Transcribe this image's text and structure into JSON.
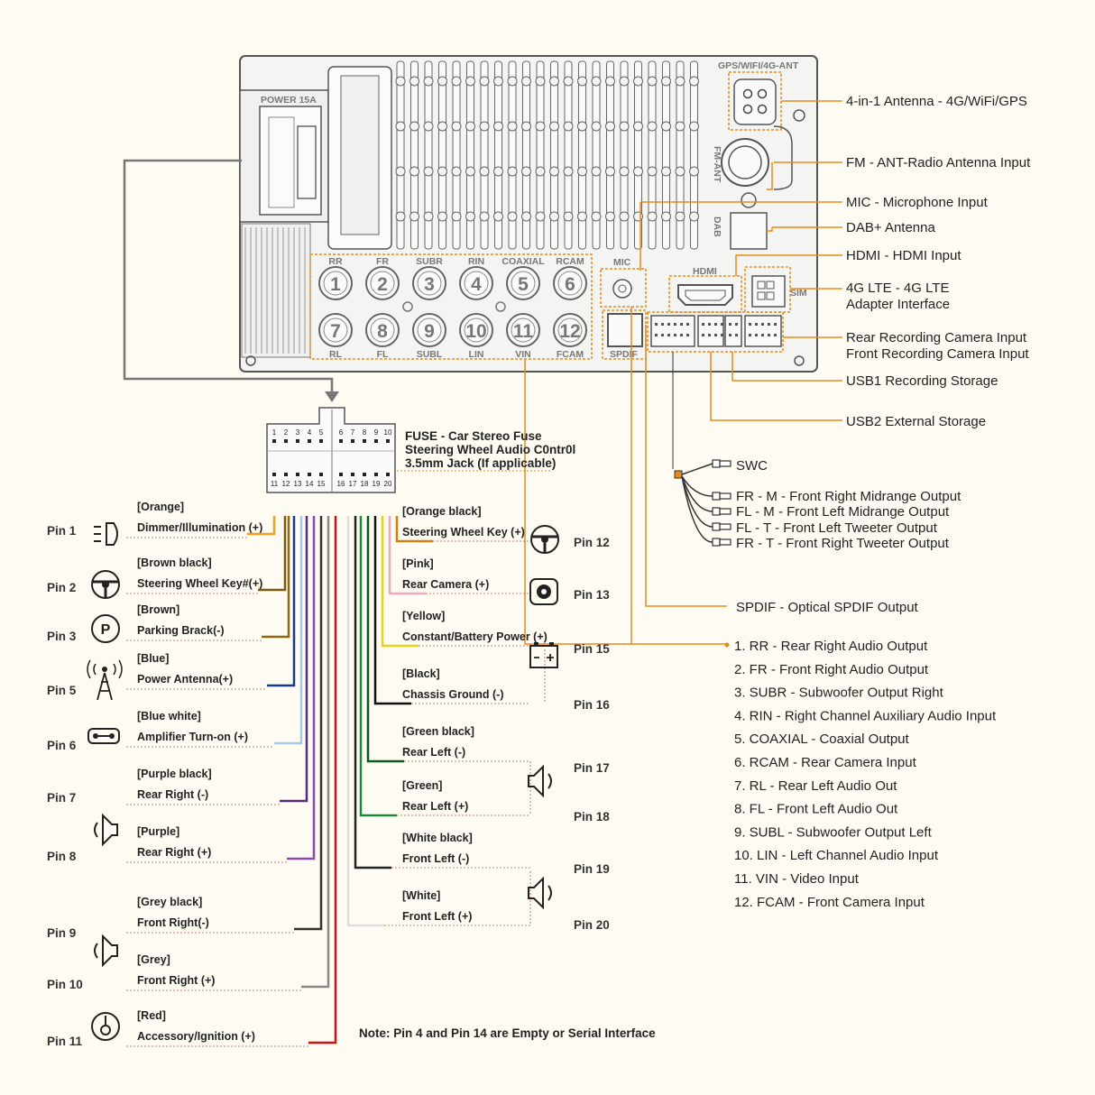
{
  "unit": {
    "top_labels": [
      "GPS/WIFI/4G-ANT",
      "POWER 15A",
      "FM-ANT",
      "DAB",
      "MIC",
      "HDMI",
      "SIM",
      "SPDIF"
    ],
    "port_tops": [
      "RR",
      "FR",
      "SUBR",
      "RIN",
      "COAXIAL",
      "RCAM"
    ],
    "port_bottoms": [
      "RL",
      "FL",
      "SUBL",
      "LIN",
      "VIN",
      "FCAM"
    ],
    "port_numbers": [
      "1",
      "2",
      "3",
      "4",
      "5",
      "6",
      "7",
      "8",
      "9",
      "10",
      "11",
      "12"
    ]
  },
  "callouts": [
    "4-in-1 Antenna - 4G/WiFi/GPS",
    "FM - ANT-Radio Antenna Input",
    "MIC - Microphone Input",
    "DAB+ Antenna",
    "HDMI - HDMI Input",
    "4G LTE - 4G LTE",
    "Adapter Interface",
    "Rear Recording Camera Input",
    "Front Recording Camera Input",
    "USB1 Recording Storage",
    "USB2 External Storage"
  ],
  "connector": {
    "top_pins": [
      "1",
      "2",
      "3",
      "4",
      "5",
      "6",
      "7",
      "8",
      "9",
      "10"
    ],
    "bottom_pins": [
      "11",
      "12",
      "13",
      "14",
      "15",
      "16",
      "17",
      "18",
      "19",
      "20"
    ],
    "notes": [
      "FUSE - Car Stereo Fuse",
      "Steering Wheel Audio C0ntr0l",
      "3.5mm Jack (If applicable)"
    ]
  },
  "swc": {
    "label": "SWC",
    "outputs": [
      "FR - M - Front Right Midrange Output",
      "FL - M - Front Left Midrange Output",
      "FL - T - Front Left Tweeter Output",
      "FR - T - Front Right Tweeter Output"
    ]
  },
  "spdif_label": "SPDIF - Optical SPDIF Output",
  "audio_ports": [
    "1. RR - Rear Right Audio Output",
    "2. FR - Front Right Audio Output",
    "3. SUBR - Subwoofer Output Right",
    "4. RIN - Right Channel Auxiliary Audio Input",
    "5. COAXIAL - Coaxial Output",
    "6. RCAM - Rear Camera Input",
    "7. RL - Rear Left Audio Out",
    "8. FL - Front Left Audio Out",
    "9. SUBL - Subwoofer Output Left",
    "10. LIN - Left Channel Audio Input",
    "11. VIN - Video Input",
    "12. FCAM - Front Camera Input"
  ],
  "left_wires": [
    {
      "pin": "Pin 1",
      "color": "[Orange]",
      "func": "Dimmer/Illumination (+)",
      "hex": "#f0a020",
      "icon": "illumination-icon"
    },
    {
      "pin": "Pin 2",
      "color": "[Brown black]",
      "func": "Steering Wheel Key#(+)",
      "hex": "#7a5a10",
      "icon": "steering-wheel-icon"
    },
    {
      "pin": "Pin 3",
      "color": "[Brown]",
      "func": "Parking Brack(-)",
      "hex": "#8b6914",
      "icon": "parking-brake-icon"
    },
    {
      "pin": "Pin 5",
      "color": "[Blue]",
      "func": "Power Antenna(+)",
      "hex": "#1a3a8a",
      "icon": "antenna-tower-icon"
    },
    {
      "pin": "Pin 6",
      "color": "[Blue white]",
      "func": "Amplifier Turn-on (+)",
      "hex": "#a8c8e8",
      "icon": "amplifier-icon"
    },
    {
      "pin": "Pin 7",
      "color": "[Purple black]",
      "func": "Rear Right (-)",
      "hex": "#5a2a7a",
      "icon": ""
    },
    {
      "pin": "Pin 8",
      "color": "[Purple]",
      "func": "Rear Right (+)",
      "hex": "#8a4ab0",
      "icon": "speaker-icon"
    },
    {
      "pin": "Pin 9",
      "color": "[Grey black]",
      "func": "Front Right(-)",
      "hex": "#333333",
      "icon": ""
    },
    {
      "pin": "Pin 10",
      "color": "[Grey]",
      "func": "Front Right (+)",
      "hex": "#888888",
      "icon": "speaker-icon"
    },
    {
      "pin": "Pin 11",
      "color": "[Red]",
      "func": "Accessory/Ignition (+)",
      "hex": "#cc1111",
      "icon": "ignition-key-icon"
    }
  ],
  "right_wires": [
    {
      "pin": "Pin 12",
      "color": "[Orange black]",
      "func": "Steering Wheel Key (+)",
      "hex": "#d08010",
      "icon": "steering-wheel-icon"
    },
    {
      "pin": "Pin 13",
      "color": "[Pink]",
      "func": "Rear Camera (+)",
      "hex": "#f0a8c0",
      "icon": "camera-icon"
    },
    {
      "pin": "Pin 15",
      "color": "[Yellow]",
      "func": "Constant/Battery Power (+)",
      "hex": "#e6d21a",
      "icon": "battery-icon"
    },
    {
      "pin": "Pin 16",
      "color": "[Black]",
      "func": "Chassis Ground (-)",
      "hex": "#111111",
      "icon": ""
    },
    {
      "pin": "Pin 17",
      "color": "[Green black]",
      "func": "Rear Left (-)",
      "hex": "#0a5a1a",
      "icon": ""
    },
    {
      "pin": "Pin 18",
      "color": "[Green]",
      "func": "Rear Left (+)",
      "hex": "#1a8a3a",
      "icon": "speaker-icon"
    },
    {
      "pin": "Pin 19",
      "color": "[White black]",
      "func": "Front Left (-)",
      "hex": "#222222",
      "icon": ""
    },
    {
      "pin": "Pin 20",
      "color": "[White]",
      "func": "Front Left (+)",
      "hex": "#dddddd",
      "icon": "speaker-icon"
    }
  ],
  "note": "Note: Pin 4 and Pin 14 are Empty or Serial Interface",
  "colors": {
    "accent": "#e88a1a",
    "unit_stroke": "#555555",
    "background": "#fefcf2"
  }
}
